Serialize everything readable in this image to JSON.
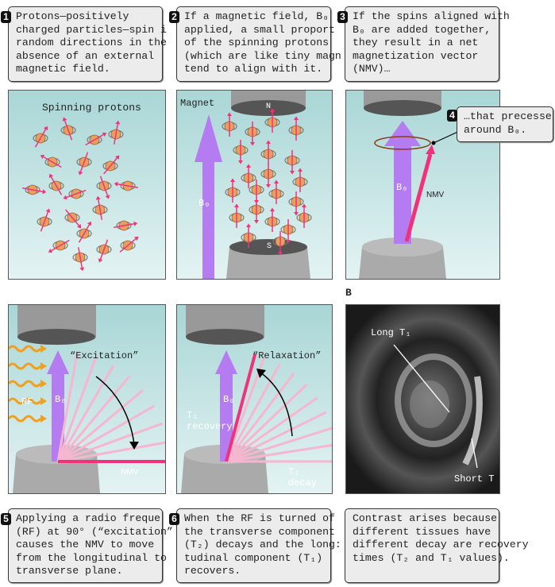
{
  "steps": [
    {
      "num": "1",
      "lines": [
        "Protons—positively",
        "charged particles—spin i",
        "random directions in the",
        "absence of an external",
        "magnetic field."
      ]
    },
    {
      "num": "2",
      "lines": [
        "If a magnetic field, B₀",
        "applied, a small proport",
        "of the spinning protons",
        "(which are like tiny magn",
        "tend to align with it."
      ]
    },
    {
      "num": "3",
      "lines": [
        "If the spins aligned with",
        "B₀ are added together,",
        "they result in a net",
        "magnetization vector",
        "(NMV)…"
      ]
    },
    {
      "num": "4",
      "lines": [
        "…that precesse",
        "around B₀."
      ]
    },
    {
      "num": "5",
      "lines": [
        "Applying a radio freque",
        "(RF) at 90° (“excitation”",
        "causes the NMV to move",
        "from the longitudinal to",
        "transverse plane."
      ]
    },
    {
      "num": "6",
      "lines": [
        "When the RF is turned of",
        "the transverse component",
        "(T₂) decays and the long:",
        "tudinal component (T₁)",
        "recovers."
      ]
    },
    {
      "num": "",
      "lines": [
        "Contrast arises because",
        "different tissues have",
        "different decay are recovery",
        "times (T₂ and T₁ values)."
      ]
    }
  ],
  "labels": {
    "spinning_protons": "Spinning protons",
    "magnet": "Magnet",
    "north": "N",
    "south": "S",
    "b0": "B₀",
    "nmv": "NMV",
    "rf": "RF",
    "excitation": "“Excitation”",
    "relaxation": "“Relaxation”",
    "t1_recovery_1": "T₁",
    "t1_recovery_2": "recovery",
    "t2_decay_1": "T₂",
    "t2_decay_2": "decay",
    "section_b": "B",
    "long_t1": "Long T₁",
    "short_t": "Short T"
  },
  "colors": {
    "b0": "#b57cf2",
    "nmv": "#f0327a",
    "faded": "#f6b6cf",
    "rf": "#f0a020",
    "bg": "#bfe1e1"
  }
}
